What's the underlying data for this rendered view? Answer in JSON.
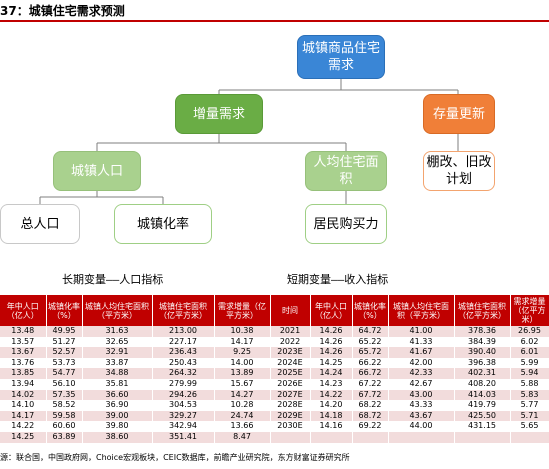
{
  "title": "37：城镇住宅需求预测",
  "diagram": {
    "root": "城镇商品住宅需求",
    "incremental": "增量需求",
    "stock": "存量更新",
    "stock_child": "棚改、旧改计划",
    "urban_population": "城镇人口",
    "per_capita_area": "人均住宅面积",
    "total_population": "总人口",
    "urbanization_rate": "城镇化率",
    "purchasing_power": "居民购买力",
    "caption_long": "长期变量——人口指标",
    "caption_short": "短期变量——收入指标"
  },
  "table": {
    "headers": [
      "年中人口（亿人）",
      "城镇化率（%）",
      "城镇人均住宅面积（平方米）",
      "城镇住宅面积（亿平方米）",
      "需求增量（亿平方米）",
      "时间",
      "年中人口（亿人）",
      "城镇化率（%）",
      "城镇人均住宅面积（平方米）",
      "城镇住宅面积（亿平方米）",
      "需求增量（亿平方米）"
    ],
    "rows": [
      [
        "13.48",
        "49.95",
        "31.63",
        "213.00",
        "10.38",
        "2021",
        "14.26",
        "64.72",
        "41.00",
        "378.36",
        "26.95"
      ],
      [
        "13.57",
        "51.27",
        "32.65",
        "227.17",
        "14.17",
        "2022",
        "14.26",
        "65.22",
        "41.33",
        "384.39",
        "6.02"
      ],
      [
        "13.67",
        "52.57",
        "32.91",
        "236.43",
        "9.25",
        "2023E",
        "14.26",
        "65.72",
        "41.67",
        "390.40",
        "6.01"
      ],
      [
        "13.76",
        "53.73",
        "33.87",
        "250.43",
        "14.00",
        "2024E",
        "14.25",
        "66.22",
        "42.00",
        "396.38",
        "5.99"
      ],
      [
        "13.85",
        "54.77",
        "34.88",
        "264.32",
        "13.89",
        "2025E",
        "14.24",
        "66.72",
        "42.33",
        "402.31",
        "5.94"
      ],
      [
        "13.94",
        "56.10",
        "35.81",
        "279.99",
        "15.67",
        "2026E",
        "14.23",
        "67.22",
        "42.67",
        "408.20",
        "5.88"
      ],
      [
        "14.02",
        "57.35",
        "36.60",
        "294.26",
        "14.27",
        "2027E",
        "14.22",
        "67.72",
        "43.00",
        "414.03",
        "5.83"
      ],
      [
        "14.10",
        "58.52",
        "36.90",
        "304.53",
        "10.28",
        "2028E",
        "14.20",
        "68.22",
        "43.33",
        "419.79",
        "5.77"
      ],
      [
        "14.17",
        "59.58",
        "39.00",
        "329.27",
        "24.74",
        "2029E",
        "14.18",
        "68.72",
        "43.67",
        "425.50",
        "5.71"
      ],
      [
        "14.22",
        "60.60",
        "39.80",
        "342.94",
        "13.66",
        "2030E",
        "14.16",
        "69.22",
        "44.00",
        "431.15",
        "5.65"
      ],
      [
        "14.25",
        "63.89",
        "38.60",
        "351.41",
        "8.47",
        "",
        "",
        "",
        "",
        "",
        ""
      ]
    ]
  },
  "source": "源：联合国，中国政府网，Choice宏观板块，CEIC数据库，前瞻产业研究院，东方财富证券研究所",
  "colors": {
    "header_red": "#c00000",
    "row_pink": "#f2dcdc",
    "root_blue": "#3a86d6",
    "green": "#6aad45",
    "orange": "#f07f38",
    "light_green": "#a9d18e"
  }
}
